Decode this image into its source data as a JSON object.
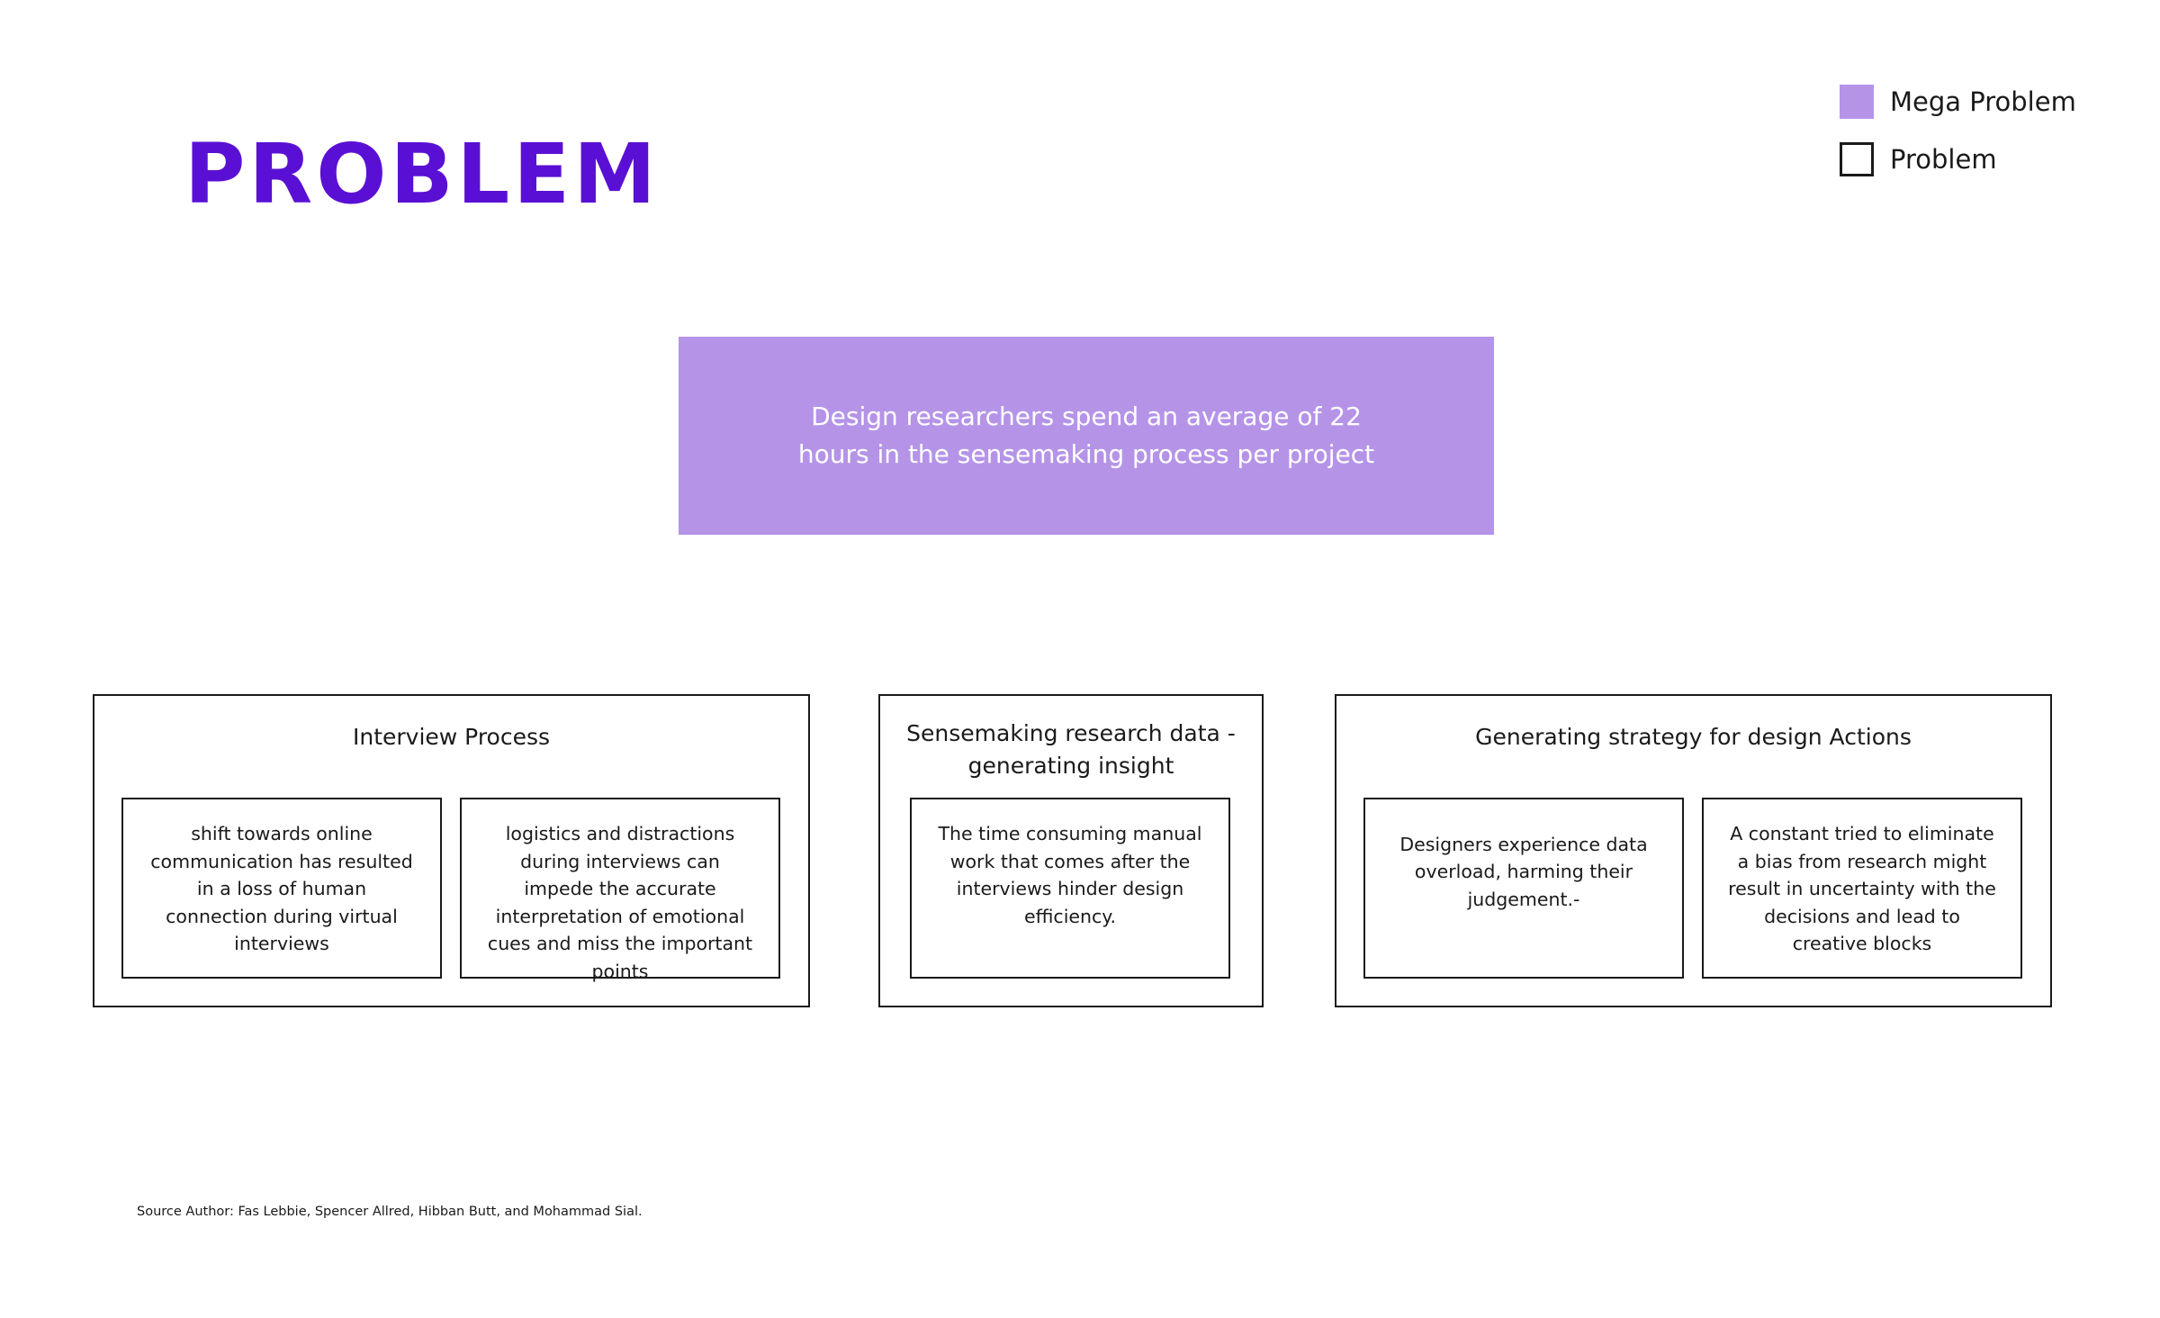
{
  "title": "PROBLEM",
  "colors": {
    "title": "#5a10d4",
    "mega_problem": "#b594e8",
    "border": "#1a1a1a"
  },
  "legend": [
    {
      "label": "Mega Problem",
      "style": "filled-purple"
    },
    {
      "label": "Problem",
      "style": "outlined"
    }
  ],
  "mega_problem": {
    "text": "Design researchers spend an average of 22 hours in the sensemaking process per project"
  },
  "groups": [
    {
      "title": "Interview Process",
      "problems": [
        "shift towards online communication has resulted in a loss of human connection during virtual interviews",
        "logistics and distractions during interviews can impede the accurate interpretation of emotional cues and miss the important points"
      ]
    },
    {
      "title": "Sensemaking research data - generating insight",
      "problems": [
        "The time consuming manual work that comes after the interviews hinder design efficiency."
      ]
    },
    {
      "title": "Generating strategy for design Actions",
      "problems": [
        "Designers experience data overload, harming their judgement.-",
        "A constant tried to eliminate a bias from research might result in uncertainty with the decisions and lead to creative blocks"
      ]
    }
  ],
  "source": "Source Author: Fas Lebbie, Spencer Allred, Hibban Butt, and Mohammad Sial."
}
